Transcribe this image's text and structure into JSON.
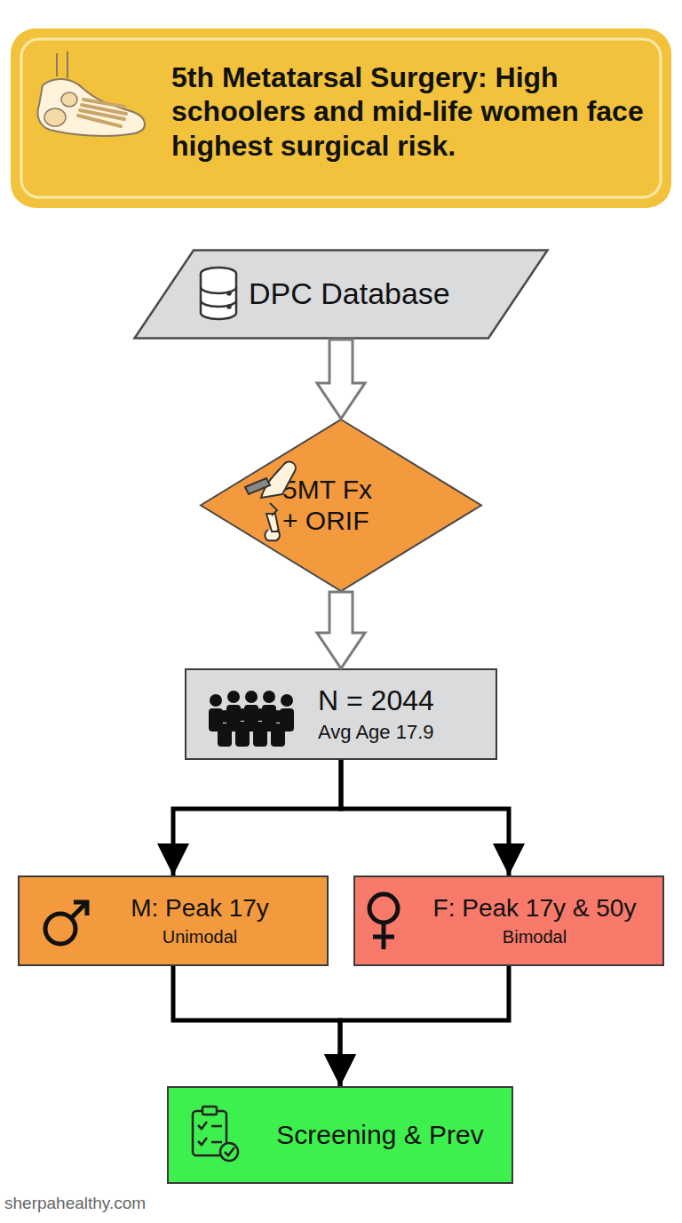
{
  "diagram": {
    "title": "5th Metatarsal Surgery: High schoolers and mid-life women face highest surgical risk.",
    "nodes": [
      {
        "text": [
          "DPC Database"
        ]
      },
      {
        "text": [
          "5MT Fx + ORIF"
        ]
      },
      {
        "text": [
          "N = 2044",
          "Avg Age 17.9"
        ]
      },
      {
        "text": [
          "M: Peak 17y",
          "Unimodal"
        ]
      },
      {
        "text": [
          "F: Peak 17y & 50y",
          "Bimodal"
        ]
      },
      {
        "text": [
          "Screening & Prev"
        ]
      }
    ],
    "edges": [
      {
        "from": 0,
        "to": 1,
        "arrow": "to"
      },
      {
        "from": 1,
        "to": 2,
        "arrow": "to"
      },
      {
        "from": 2,
        "to": 3,
        "arrow": "to"
      },
      {
        "from": 2,
        "to": 4,
        "arrow": "to"
      },
      {
        "from": 3,
        "to": 5,
        "arrow": "to"
      },
      {
        "from": 4,
        "to": 5,
        "arrow": "to"
      }
    ],
    "labels": [
      "sherpahealthy.com"
    ]
  }
}
